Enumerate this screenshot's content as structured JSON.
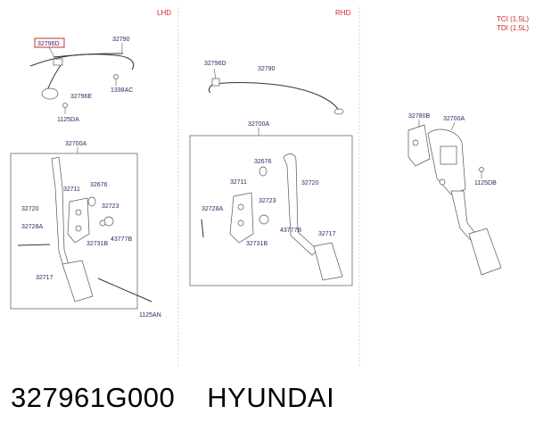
{
  "sections": {
    "lhd": "LHD",
    "rhd": "RHD",
    "tci": "TCI (1.5L)",
    "tdi": "TDI (1.5L)"
  },
  "labels": {
    "l1": "32796D",
    "l2": "32790",
    "l3": "32796E",
    "l4": "1338AC",
    "l5": "1125DA",
    "l6": "32700A",
    "l7": "32676",
    "l8": "32711",
    "l9": "32720",
    "l10": "32723",
    "l11": "32728A",
    "l12": "43777B",
    "l13": "32731B",
    "l14": "32717",
    "l15": "1125AN",
    "r1": "32796D",
    "r2": "32790",
    "r3": "32700A",
    "r4": "32676",
    "r5": "32711",
    "r6": "32720",
    "r7": "32728A",
    "r8": "32723",
    "r9": "43777B",
    "r10": "32731B",
    "r11": "32717",
    "t1": "32780B",
    "t2": "32700A",
    "t3": "1125DB"
  },
  "footer": {
    "part_number": "327961G000",
    "brand": "HYUNDAI"
  },
  "highlight_color": "#cc2b2b"
}
